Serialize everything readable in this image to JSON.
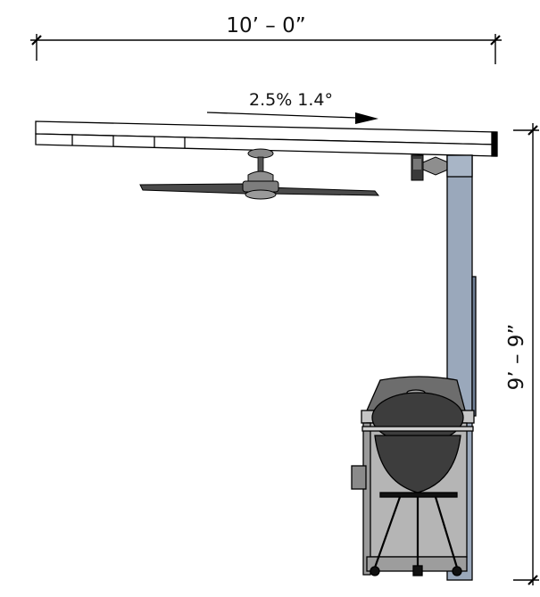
{
  "dimensions": {
    "width_label": "10’ – 0”",
    "height_label": "9’ – 9”"
  },
  "slope": {
    "label": "2.5%  1.4°"
  },
  "colors": {
    "line": "#000000",
    "post": "#9aa8bb",
    "post_dark": "#6f7f95",
    "grill_body": "#bdbdbd",
    "grill_dark": "#3d3d3d",
    "fan": "#6b6b6b",
    "beam": "#ffffff"
  },
  "objects": [
    "roof-beam",
    "ceiling-fan",
    "wall-light",
    "support-post",
    "grill-cart",
    "kamado-grill"
  ]
}
